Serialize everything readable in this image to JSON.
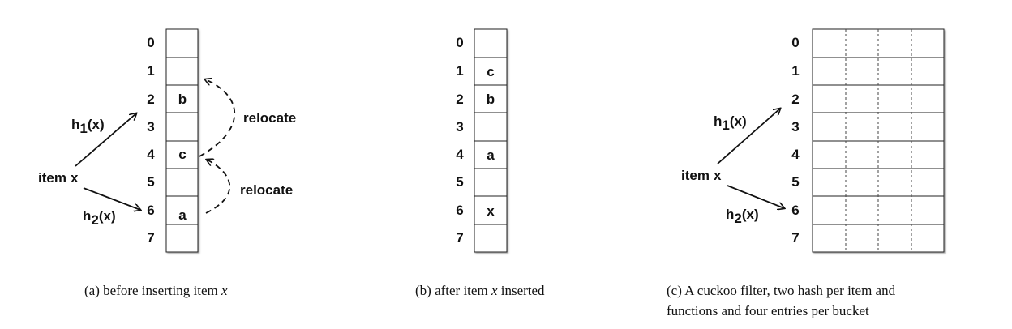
{
  "panels": {
    "a": {
      "indices": [
        "0",
        "1",
        "2",
        "3",
        "4",
        "5",
        "6",
        "7"
      ],
      "cells": [
        "",
        "",
        "b",
        "",
        "c",
        "",
        "a",
        ""
      ],
      "item": "item",
      "item_var": "x",
      "h1": "h",
      "h1_sub": "1",
      "h1_arg": "(x)",
      "h2": "h",
      "h2_sub": "2",
      "h2_arg": "(x)",
      "relocate_top": "relocate",
      "relocate_bottom": "relocate",
      "caption_prefix": "(a)  before inserting item ",
      "caption_var": "x"
    },
    "b": {
      "indices": [
        "0",
        "1",
        "2",
        "3",
        "4",
        "5",
        "6",
        "7"
      ],
      "cells": [
        "",
        "c",
        "b",
        "",
        "a",
        "",
        "x",
        ""
      ],
      "caption_prefix": "(b)  after item ",
      "caption_var": "x",
      "caption_suffix": " inserted"
    },
    "c": {
      "indices": [
        "0",
        "1",
        "2",
        "3",
        "4",
        "5",
        "6",
        "7"
      ],
      "entries_per_bucket": 4,
      "item": "item",
      "item_var": "x",
      "h1": "h",
      "h1_sub": "1",
      "h1_arg": "(x)",
      "h2": "h",
      "h2_sub": "2",
      "h2_arg": "(x)",
      "caption_line1": "(c)  A cuckoo filter, two hash per item and",
      "caption_line2": "functions and four entries per bucket"
    }
  }
}
